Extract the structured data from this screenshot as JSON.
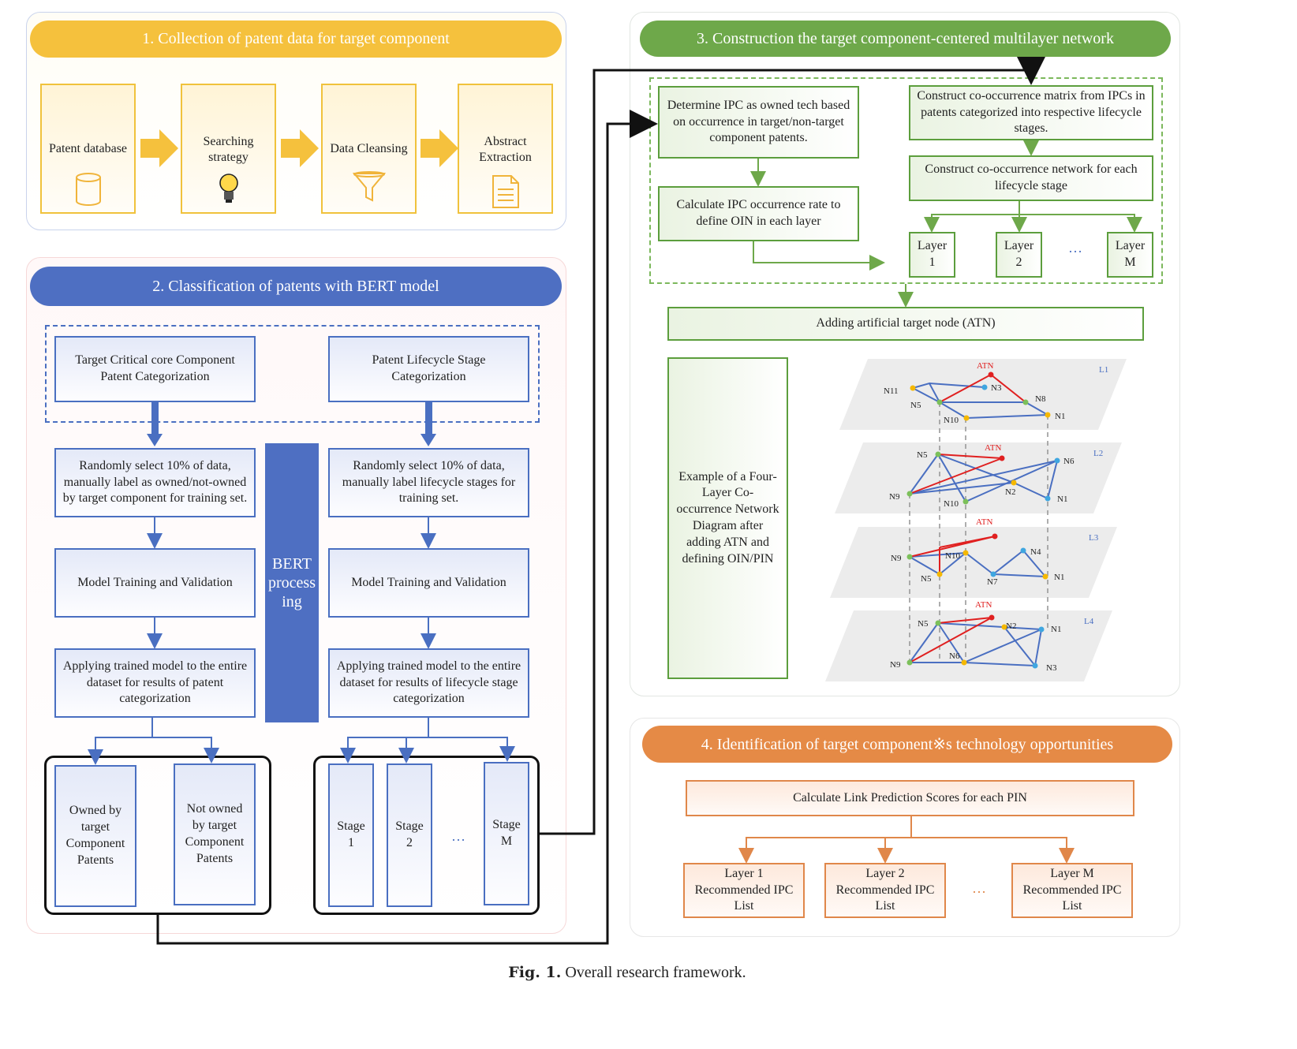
{
  "section1": {
    "title": "1. Collection of patent data for target component",
    "steps": [
      {
        "label": "Patent database"
      },
      {
        "label": "Searching strategy"
      },
      {
        "label": "Data Cleansing"
      },
      {
        "label": "Abstract Extraction"
      }
    ]
  },
  "section2": {
    "title": "2. Classification of patents with BERT model",
    "left": {
      "header": "Target Critical core Component Patent Categorization",
      "step1": "Randomly select 10% of data, manually label as owned/not-owned by target component for training set.",
      "step2": "Model Training and Validation",
      "step3": "Applying trained model to the entire dataset for results of patent categorization",
      "out1": "Owned by target Component Patents",
      "out2": "Not owned by target Component Patents"
    },
    "right": {
      "header": "Patent Lifecycle Stage Categorization",
      "step1": "Randomly select 10% of data, manually label lifecycle stages for training set.",
      "step2": "Model Training and Validation",
      "step3": "Applying trained model to the entire dataset for results of lifecycle stage categorization",
      "stage1": "Stage 1",
      "stage2": "Stage 2",
      "stage_ellipsis": "…",
      "stageM": "Stage M"
    },
    "bert": "BERT processing"
  },
  "section3": {
    "title": "3. Construction the target component-centered multilayer network",
    "owned": "Determine IPC as owned tech based on occurrence in target/non-target component patents.",
    "oin": "Calculate IPC occurrence rate to define OIN in each layer",
    "matrix": "Construct co-occurrence matrix from IPCs in patents categorized into respective lifecycle stages.",
    "network": "Construct co-occurrence network for each lifecycle stage",
    "layer1": "Layer 1",
    "layer2": "Layer 2",
    "layer_ellipsis": "…",
    "layerM": "Layer M",
    "atn": "Adding artificial target node (ATN)",
    "example": "Example of a Four-Layer Co-occurrence Network Diagram after adding ATN and defining OIN/PIN"
  },
  "network": {
    "layers": [
      {
        "label": "L1",
        "atn": "ATN",
        "nodes": [
          "N11",
          "N3",
          "N8",
          "N5",
          "N10",
          "N1"
        ]
      },
      {
        "label": "L2",
        "atn": "ATN",
        "nodes": [
          "N5",
          "N6",
          "N9",
          "N2",
          "N10",
          "N1"
        ]
      },
      {
        "label": "L3",
        "atn": "ATN",
        "nodes": [
          "N9",
          "N10",
          "N4",
          "N5",
          "N7",
          "N1"
        ]
      },
      {
        "label": "L4",
        "atn": "ATN",
        "nodes": [
          "N5",
          "N2",
          "N1",
          "N6",
          "N9",
          "N3"
        ]
      }
    ],
    "colors": {
      "red": "#e02020",
      "blue": "#4a6fc1",
      "green": "#7cc05a",
      "yellow": "#f5b800",
      "cyan": "#3fa6e0"
    }
  },
  "section4": {
    "title": "4. Identification of target component※s technology opportunities",
    "calc": "Calculate Link Prediction Scores for each PIN",
    "rec1": "Layer 1 Recommended  IPC List",
    "rec2": "Layer 2 Recommended IPC List",
    "rec_ellipsis": "…",
    "recM": "Layer M Recommended IPC List"
  },
  "caption": {
    "label": "Fig. 1.",
    "text": "Overall research framework."
  }
}
